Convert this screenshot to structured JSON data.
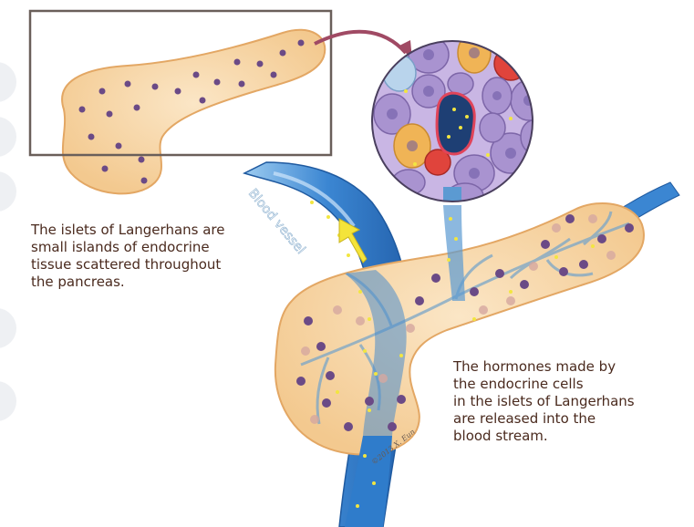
{
  "labels": {
    "blood_vessel": "Blood vessel",
    "copyright": "©2013 X. Eun"
  },
  "captions": {
    "islets": [
      "The islets of Langerhans are",
      "small islands of endocrine",
      "tissue scattered throughout",
      "the pancreas."
    ],
    "hormones": [
      "The hormones made by",
      "the endocrine cells",
      "in the islets of Langerhans",
      "are released into the",
      "blood stream."
    ]
  },
  "colors": {
    "pancreas_fill": "#f6d7ac",
    "pancreas_edge": "#e6a764",
    "islet_dot": "#6b4a86",
    "vessel_blue": "#2c78c8",
    "vessel_light": "#8ec4ee",
    "arrow": "#a04a64",
    "hormone_dot": "#f2e640",
    "cell_purple": "#9c84c6",
    "cell_orange": "#f0b456",
    "cell_red": "#e0443c",
    "capillary": "#2a4a7a"
  }
}
